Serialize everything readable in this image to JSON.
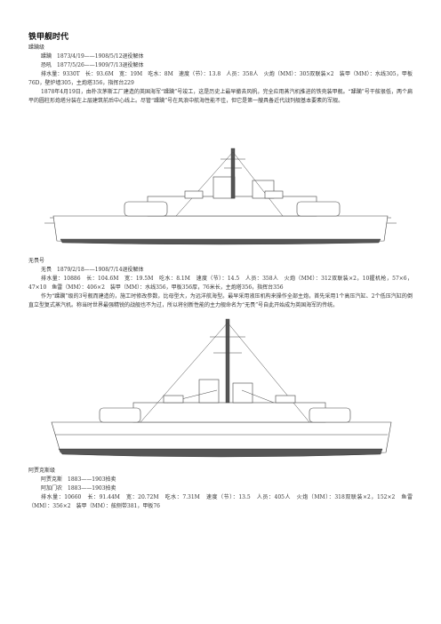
{
  "section_title": "铁甲舰时代",
  "classes": [
    {
      "class_name": "蹂躏级",
      "ships": [
        "蹂躏　1873/4/19——1908/5/12退役解体",
        "恐吼　1877/5/26——1909/7/13退役解体"
      ],
      "specs": "排水量：9330T　长：93.6M　宽：19M　吃水：8M　速度（节）：13.8　人员：358人　火炮（MM）：305双联装×2　装甲（MM）：水线305，甲板76D，壁炉墙305，主炮塔356，指挥台229",
      "description": "1878年4月19日，由朴次茅斯工厂建造的英国海军“蹂躏”号竣工，这是历史上最早撤去风帆，完全应用蒸汽机推进的铁壳装甲舰。“蹂躏”号干舷很低，两个扁平的圆柱形炮塔分装在上层建筑前后中心线上。尽管“蹂躏”号在风浪中航海性能不佳，但它是第一艘具备近代战列舰基本要素的军舰。"
    },
    {
      "class_name": "无畏号",
      "ships": [
        "无畏　1879/2/18——1908/7/14退役解体"
      ],
      "specs": "排水量：10886　长：104.6M　宽：19.5M　吃水：8.1M　速度（节）：14.5　人员：358人　火炮（MM）：312双联装×2，10握机枪，57×6，47×10　鱼雷（MM）：406×2　装甲（MM）：水线356，甲板356厚，76米长，主炮塔356，指挥台356",
      "description": "作为“蹂躏”级的3号舰而建造的，施工时修改参数，比母型大，为远洋航海型。最早采用液压机构来操作全部主炮，首先采用1个高压汽缸、2个低压汽缸的倒直立型复式蒸汽机。称当时世界最强精锐的战舰也不为过，所以将创新性能的主力舰命名为“无畏”号自此开始成为英国海军的传统。"
    },
    {
      "class_name": "阿贾克斯级",
      "ships": [
        "阿贾克斯　1883——1903拍卖",
        "阿加门农　1883——1903拍卖"
      ],
      "specs": "排水量：10660　长：91.44M　宽：20.72M　吃水：7.31M　速度（节）：13.5　人员：405人　火炮（MM）：318双联装×2，152×2　鱼雷（MM）：356×2　装甲（MM）：舷侧带381，甲板76"
    }
  ]
}
